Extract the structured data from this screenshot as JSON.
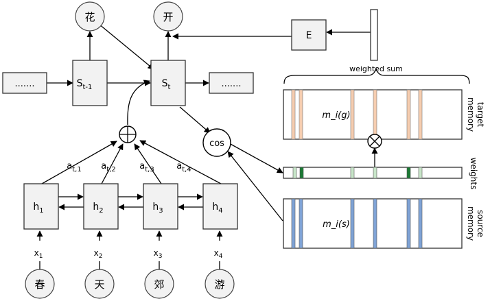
{
  "outputs": [
    "花",
    "开"
  ],
  "inputs": [
    {
      "char": "春",
      "x": "x",
      "sub": "1"
    },
    {
      "char": "天",
      "x": "x",
      "sub": "2"
    },
    {
      "char": "郊",
      "x": "x",
      "sub": "3"
    },
    {
      "char": "游",
      "x": "x",
      "sub": "4"
    }
  ],
  "encoder": [
    {
      "h": "h",
      "sub": "1"
    },
    {
      "h": "h",
      "sub": "2"
    },
    {
      "h": "h",
      "sub": "3"
    },
    {
      "h": "h",
      "sub": "4"
    }
  ],
  "attention": [
    {
      "a": "a",
      "sub": "t,1"
    },
    {
      "a": "a",
      "sub": "t,2"
    },
    {
      "a": "a",
      "sub": "t,3"
    },
    {
      "a": "a",
      "sub": "t,4"
    }
  ],
  "decoder": {
    "prev": {
      "s": "S",
      "sub": "t-1"
    },
    "cur": {
      "s": "S",
      "sub": "t"
    },
    "left_dots": ".......",
    "right_dots": "......."
  },
  "e_label": "E",
  "cos_label": "cos",
  "weighted_sum_label": "weighted sum",
  "target_memory": {
    "label_1": "target",
    "label_2": "memory",
    "formula": "m_i(g)"
  },
  "weights_label": "weights",
  "source_memory": {
    "label_1": "source",
    "label_2": "memory",
    "formula": "m_i(s)"
  },
  "colors": {
    "box_fill": "#f2f2f2",
    "target_stripe": "#f6cdb0",
    "source_stripe": "#7fa3d6",
    "weight_light": "#c8e6c9",
    "weight_dark": "#1b7a34"
  }
}
